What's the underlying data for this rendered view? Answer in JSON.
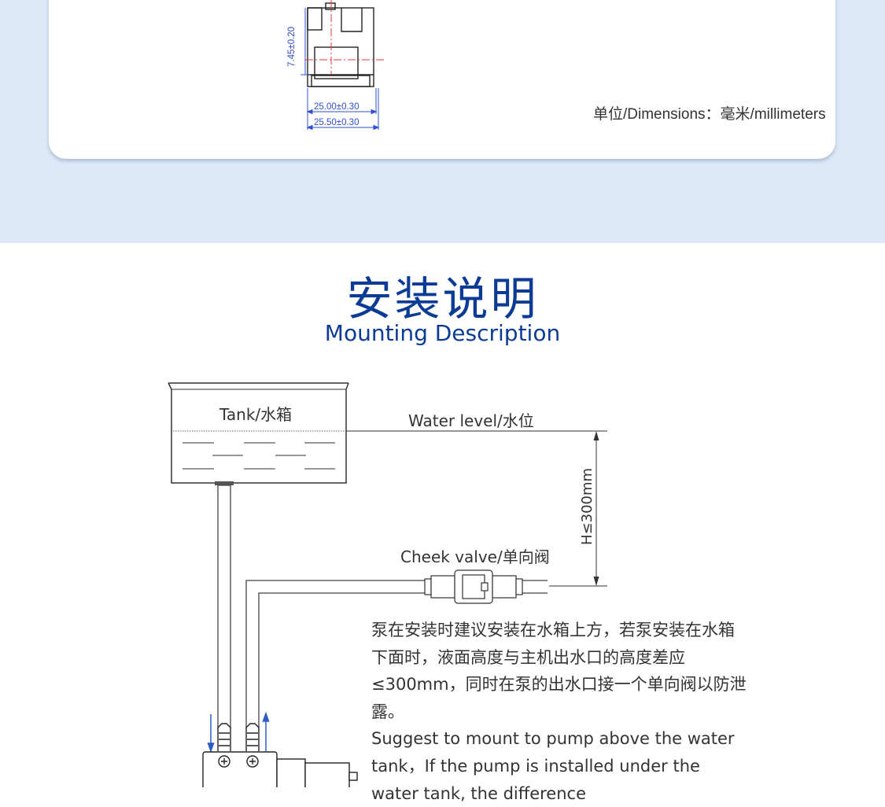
{
  "dimension_drawing": {
    "height_label": "7.45±0.20",
    "width_inner_label": "25.00±0.30",
    "width_outer_label": "25.50±0.30",
    "units_label": "单位/Dimensions：毫米/millimeters"
  },
  "section": {
    "title": "安装说明",
    "subtitle": "Mounting Description"
  },
  "diagram": {
    "tank_label": "Tank/水箱",
    "water_level_label": "Water level/水位",
    "height_label": "H≤300mm",
    "check_valve_label": "Cheek valve/单向阀"
  },
  "description": {
    "cn": "泵在安装时建议安装在水箱上方，若泵安装在水箱下面时，液面高度与主机出水口的高度差应≤300mm，同时在泵的出水口接一个单向阀以防泄露。",
    "en": "Suggest to mount to pump above the water tank，If the pump is installed under the water tank, the difference"
  },
  "colors": {
    "title": "#0b3b94",
    "band": "#dde8f8",
    "dimension_blue": "#2f4fd0",
    "center_red": "#e23a3a",
    "arrow_blue": "#2d5cc7"
  }
}
